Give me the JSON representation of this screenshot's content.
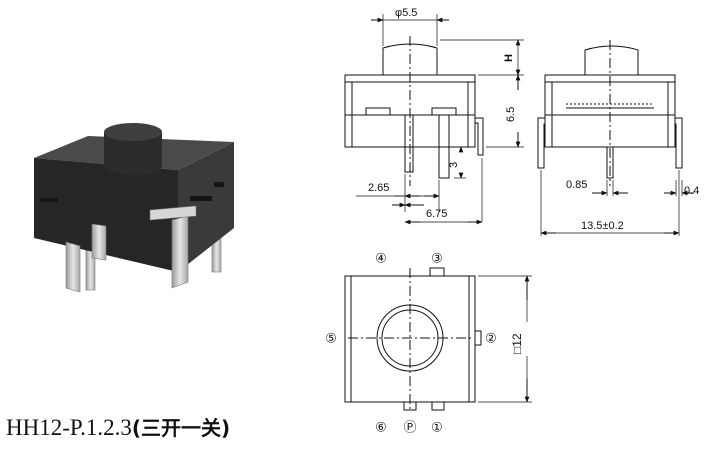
{
  "part_number": "HH12-P.1.2.3",
  "part_description": "(三开一关)",
  "dimensions": {
    "button_diameter": "φ5.5",
    "button_height": "H",
    "body_height": "6.5",
    "pin_length": "3",
    "pin_offset": "2.65",
    "pin_pitch": "6.75",
    "pin_width": "0.85",
    "pin_thickness": "0.4",
    "overall_width": "13.5±0.2",
    "body_square": "□12"
  },
  "pin_labels": {
    "p1": "①",
    "p2": "②",
    "p3": "③",
    "p4": "④",
    "p5": "⑤",
    "p6": "⑥",
    "pP": "Ⓟ"
  },
  "colors": {
    "body": "#2f2f2f",
    "pins": "#c9c9c9",
    "line": "#111111"
  }
}
